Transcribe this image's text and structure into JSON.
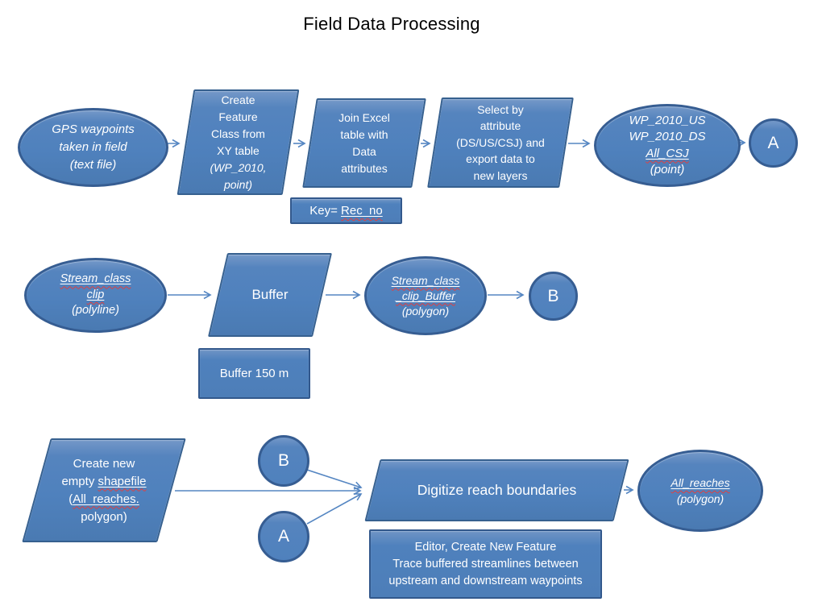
{
  "title": "Field Data Processing",
  "shapes": {
    "gps": {
      "l1": "GPS waypoints",
      "l2": "taken in field",
      "l3": "(text file)"
    },
    "create_fc": {
      "l1": "Create",
      "l2": "Feature",
      "l3": "Class from",
      "l4": "XY table",
      "l5": "(WP_2010,",
      "l6": "point)"
    },
    "join_excel": {
      "l1": "Join Excel",
      "l2": "table with",
      "l3": "Data",
      "l4": "attributes"
    },
    "select_attr": {
      "l1": "Select by",
      "l2": "attribute",
      "l3": "(DS/US/CSJ) and",
      "l4": "export data to",
      "l5": "new layers"
    },
    "wp_outputs": {
      "l1": "WP_2010_US",
      "l2": "WP_2010_DS",
      "l3": "All_CSJ",
      "l4": "(point)"
    },
    "key_box": {
      "prefix": "Key= ",
      "key": "Rec_no"
    },
    "connector_a1": "A",
    "stream_clip": {
      "l1": "Stream_class",
      "l2": "clip",
      "l3": "(polyline)"
    },
    "buffer": {
      "l1": "Buffer"
    },
    "stream_clip_buffer": {
      "l1": "Stream_class",
      "l2": "_clip_Buffer",
      "l3": "(polygon)"
    },
    "connector_b1": "B",
    "buffer_note": {
      "l1": "Buffer 150 m"
    },
    "create_shapefile": {
      "l1": "Create new",
      "l2a": "empty ",
      "l2b": "shapefile",
      "l3a": "(",
      "l3b": "All_reaches.",
      "l4": "polygon)"
    },
    "connector_b2": "B",
    "connector_a2": "A",
    "digitize": {
      "l1": "Digitize reach boundaries"
    },
    "all_reaches": {
      "l1": "All_reaches",
      "l2": "(polygon)"
    },
    "editor_note": {
      "l1": "Editor, Create New Feature",
      "l2": "Trace buffered streamlines between",
      "l3": "upstream and downstream waypoints"
    }
  },
  "colors": {
    "shape_fill": "#4f81bd",
    "shape_border": "#36608f",
    "arrow": "#5586c2",
    "squiggle": "#e04040",
    "shape_text": "#ffffff",
    "title_text": "#000000",
    "background": "#ffffff"
  }
}
